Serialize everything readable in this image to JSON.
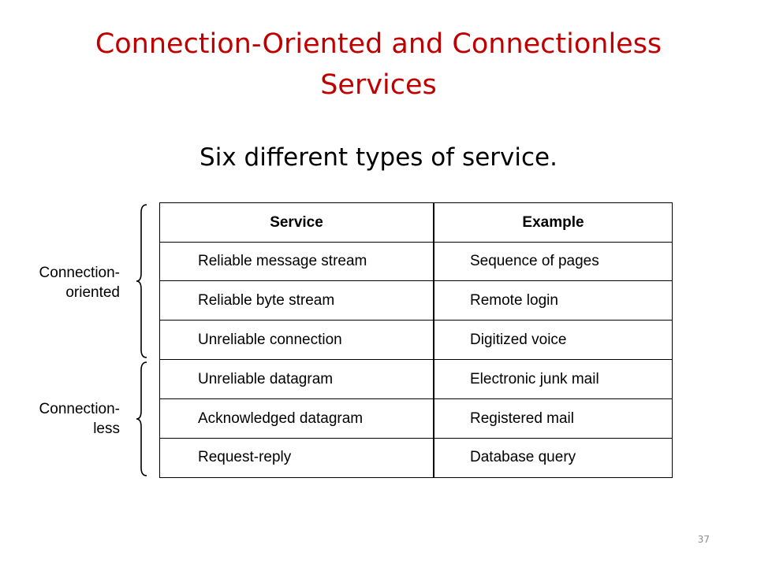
{
  "slide": {
    "title_line1": "Connection-Oriented and Connectionless",
    "title_line2": "Services",
    "subtitle": "Six different types of service.",
    "page_number": "37",
    "title_color": "#c00000"
  },
  "table": {
    "headers": {
      "service": "Service",
      "example": "Example"
    },
    "rows": [
      {
        "service": "Reliable message stream",
        "example": "Sequence of pages"
      },
      {
        "service": "Reliable byte stream",
        "example": "Remote login"
      },
      {
        "service": "Unreliable connection",
        "example": "Digitized voice"
      },
      {
        "service": "Unreliable datagram",
        "example": "Electronic junk mail"
      },
      {
        "service": "Acknowledged datagram",
        "example": "Registered mail"
      },
      {
        "service": "Request-reply",
        "example": "Database query"
      }
    ]
  },
  "groups": {
    "connection_oriented": {
      "line1": "Connection-",
      "line2": "oriented"
    },
    "connectionless": {
      "line1": "Connection-",
      "line2": "less"
    }
  }
}
